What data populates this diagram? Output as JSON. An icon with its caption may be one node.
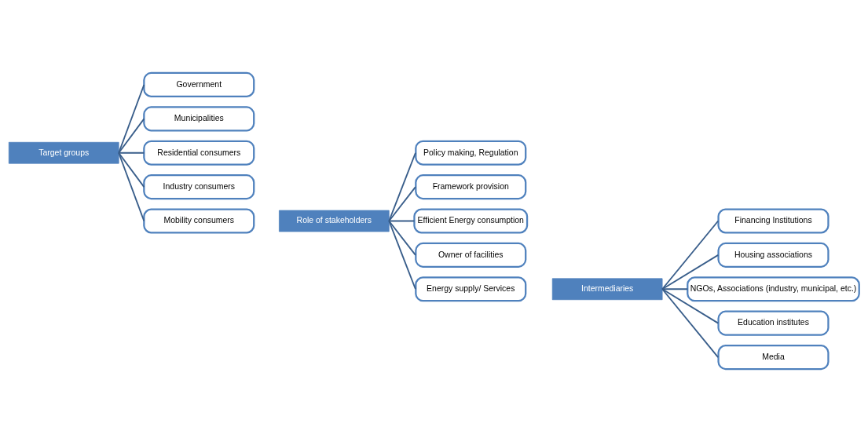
{
  "diagram": {
    "nodes": [
      {
        "text": [
          "Target groups"
        ]
      },
      {
        "text": [
          "Government"
        ]
      },
      {
        "text": [
          "Municipalities"
        ]
      },
      {
        "text": [
          "Residential consumers"
        ]
      },
      {
        "text": [
          "Industry consumers"
        ]
      },
      {
        "text": [
          "Mobility consumers"
        ]
      },
      {
        "text": [
          "Role of stakeholders"
        ]
      },
      {
        "text": [
          "Policy making, Regulation"
        ]
      },
      {
        "text": [
          "Framework provision"
        ]
      },
      {
        "text": [
          "Efficient Energy consumption"
        ]
      },
      {
        "text": [
          "Owner of facilities"
        ]
      },
      {
        "text": [
          "Energy supply/ Services"
        ]
      },
      {
        "text": [
          "Intermediaries"
        ]
      },
      {
        "text": [
          "Financing Institutions"
        ]
      },
      {
        "text": [
          "Housing associations"
        ]
      },
      {
        "text": [
          "NGOs, Associations (industry, municipal, etc.)"
        ]
      },
      {
        "text": [
          "Education institutes"
        ]
      },
      {
        "text": [
          "Media"
        ]
      }
    ],
    "edges": [
      {
        "from": 0,
        "to": 1,
        "arrow": "none"
      },
      {
        "from": 0,
        "to": 2,
        "arrow": "none"
      },
      {
        "from": 0,
        "to": 3,
        "arrow": "none"
      },
      {
        "from": 0,
        "to": 4,
        "arrow": "none"
      },
      {
        "from": 0,
        "to": 5,
        "arrow": "none"
      },
      {
        "from": 6,
        "to": 7,
        "arrow": "none"
      },
      {
        "from": 6,
        "to": 8,
        "arrow": "none"
      },
      {
        "from": 6,
        "to": 9,
        "arrow": "none"
      },
      {
        "from": 6,
        "to": 10,
        "arrow": "none"
      },
      {
        "from": 6,
        "to": 11,
        "arrow": "none"
      },
      {
        "from": 12,
        "to": 13,
        "arrow": "none"
      },
      {
        "from": 12,
        "to": 14,
        "arrow": "none"
      },
      {
        "from": 12,
        "to": 15,
        "arrow": "none"
      },
      {
        "from": 12,
        "to": 16,
        "arrow": "none"
      },
      {
        "from": 12,
        "to": 17,
        "arrow": "none"
      }
    ]
  }
}
